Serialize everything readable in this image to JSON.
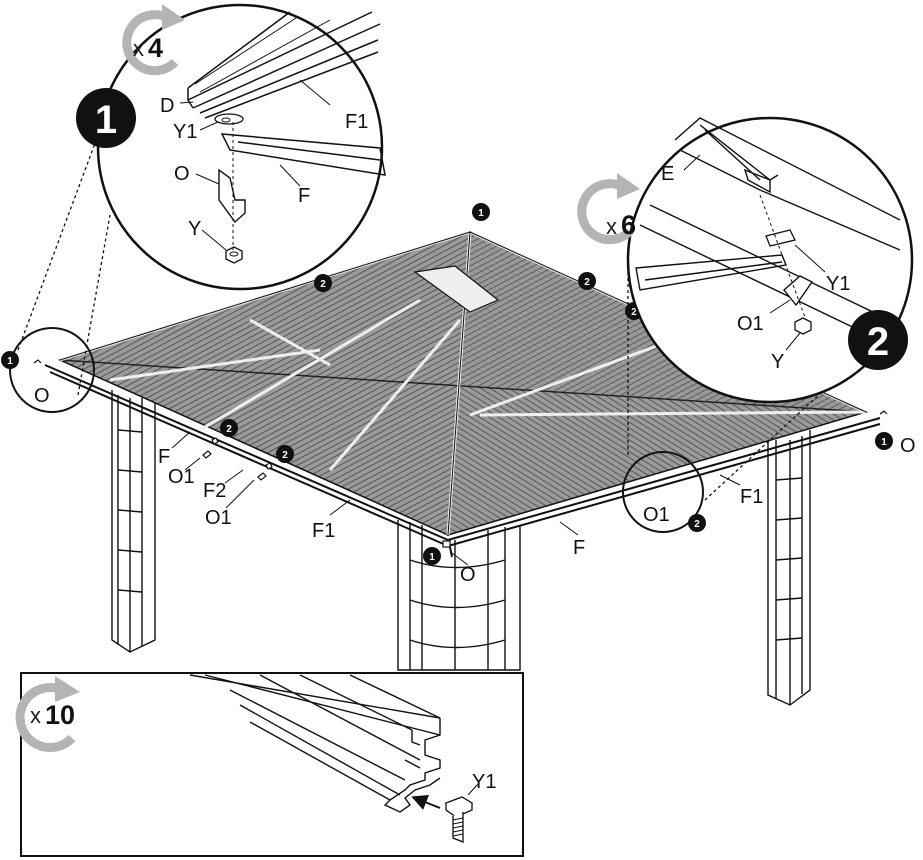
{
  "callout_1": {
    "step": "1",
    "multiplier_x": "x",
    "multiplier_n": "4",
    "parts": {
      "D": "D",
      "Y1": "Y1",
      "F1": "F1",
      "O": "O",
      "F": "F",
      "Y": "Y"
    }
  },
  "callout_2": {
    "step": "2",
    "multiplier_x": "x",
    "multiplier_n": "6",
    "parts": {
      "E": "E",
      "Y1": "Y1",
      "O1": "O1",
      "Y": "Y"
    }
  },
  "inset_profile": {
    "multiplier_x": "x",
    "multiplier_n": "10",
    "parts": {
      "Y1": "Y1"
    }
  },
  "main_view": {
    "markers": [
      "1",
      "2"
    ],
    "labels": {
      "O_left": "O",
      "O_front": "O",
      "O_right": "O",
      "F_left": "F",
      "F_front": "F",
      "F1_front": "F1",
      "F1_right": "F1",
      "F2": "F2",
      "O1_a": "O1",
      "O1_b": "O1",
      "O1_right": "O1"
    }
  },
  "colors": {
    "line": "#111111",
    "roof": "#7a7a7a",
    "arrow": "#b4b4b4"
  }
}
